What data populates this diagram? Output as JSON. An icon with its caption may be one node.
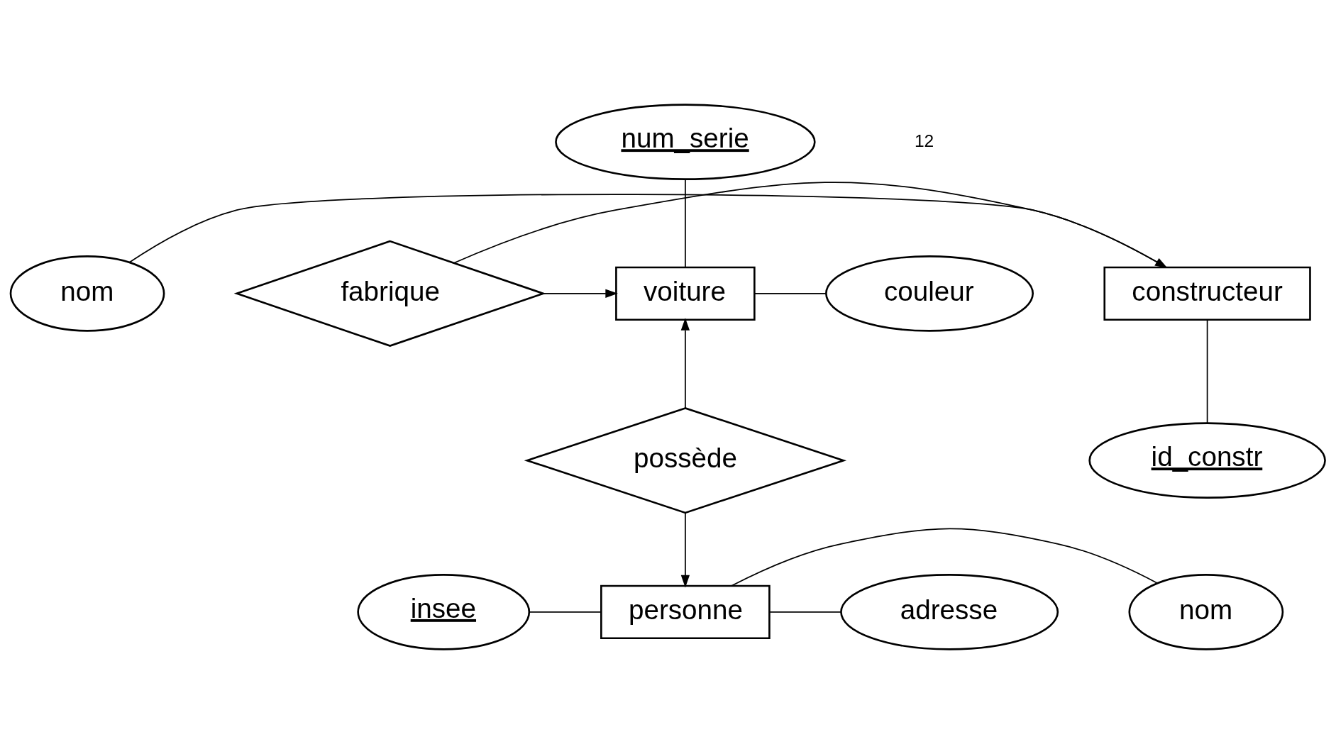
{
  "diagram": {
    "nodes": [
      {
        "text": [
          "nom"
        ]
      },
      {
        "text": [
          "constructeur"
        ]
      },
      {
        "text": [
          "fabrique"
        ]
      },
      {
        "text": [
          "num_serie"
        ]
      },
      {
        "text": [
          "voiture"
        ]
      },
      {
        "text": [
          "couleur"
        ]
      },
      {
        "text": [
          "id_constr"
        ]
      },
      {
        "text": [
          "possède"
        ]
      },
      {
        "text": [
          "insee"
        ]
      },
      {
        "text": [
          "personne"
        ]
      },
      {
        "text": [
          "nom"
        ]
      },
      {
        "text": [
          "adresse"
        ]
      }
    ],
    "edges": [
      {
        "from": 0,
        "to": 1,
        "arrow": "none"
      },
      {
        "from": 2,
        "to": 1,
        "arrow": "to"
      },
      {
        "from": 2,
        "to": 4,
        "arrow": "to"
      },
      {
        "from": 3,
        "to": 4,
        "arrow": "none"
      },
      {
        "from": 4,
        "to": 5,
        "arrow": "none"
      },
      {
        "from": 1,
        "to": 6,
        "arrow": "none"
      },
      {
        "from": 7,
        "to": 4,
        "arrow": "to"
      },
      {
        "from": 7,
        "to": 9,
        "arrow": "to"
      },
      {
        "from": 8,
        "to": 9,
        "arrow": "none"
      },
      {
        "from": 9,
        "to": 10,
        "arrow": "none"
      },
      {
        "from": 9,
        "to": 11,
        "arrow": "none"
      }
    ],
    "labels": [
      "12"
    ]
  }
}
